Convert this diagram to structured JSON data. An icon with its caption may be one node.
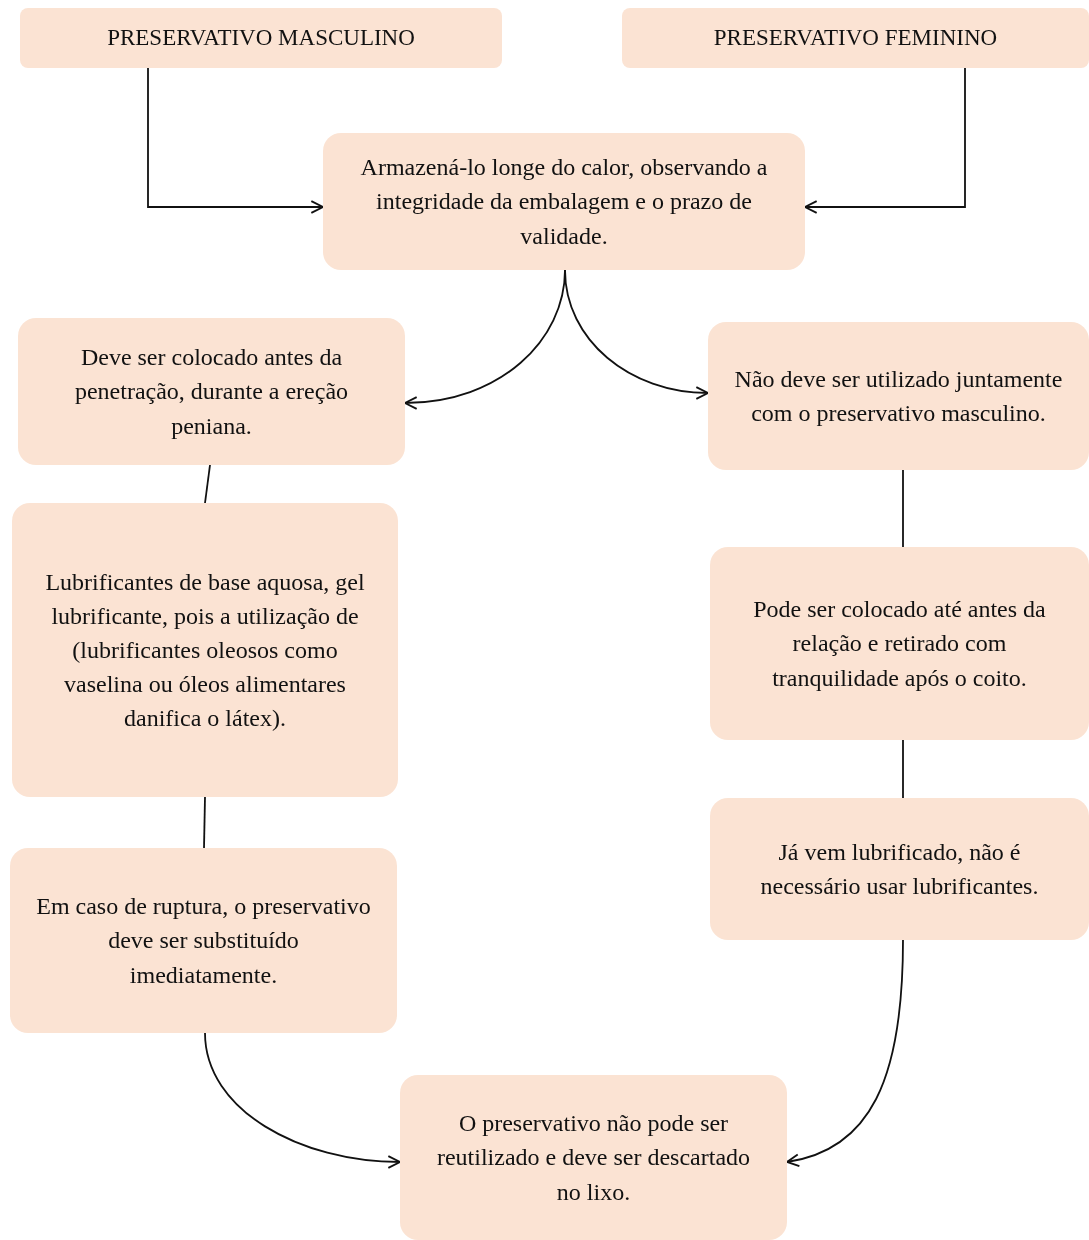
{
  "diagram": {
    "nodes": [
      {
        "text": [
          "PRESERVATIVO MASCULINO"
        ]
      },
      {
        "text": [
          "PRESERVATIVO FEMININO"
        ]
      },
      {
        "text": [
          "Armazená-lo longe do calor, observando a integridade da embalagem e o prazo de validade."
        ]
      },
      {
        "text": [
          "Deve ser colocado antes da penetração, durante a ereção peniana."
        ]
      },
      {
        "text": [
          "Não deve ser utilizado juntamente com o preservativo masculino."
        ]
      },
      {
        "text": [
          "Lubrificantes de base aquosa, gel lubrificante, pois a utilização de (lubrificantes oleosos como vaselina ou óleos alimentares danifica o látex)."
        ]
      },
      {
        "text": [
          "Pode ser colocado até antes da relação e retirado com tranquilidade após o coito."
        ]
      },
      {
        "text": [
          "Em caso de ruptura, o preservativo deve ser substituído imediatamente."
        ]
      },
      {
        "text": [
          "Já vem lubrificado, não é necessário usar lubrificantes."
        ]
      },
      {
        "text": [
          "O preservativo não pode ser reutilizado e deve ser descartado no lixo."
        ]
      }
    ],
    "edges": [
      {
        "from": 0,
        "to": 2,
        "arrow": "to"
      },
      {
        "from": 1,
        "to": 2,
        "arrow": "to"
      },
      {
        "from": 2,
        "to": 3,
        "arrow": "to"
      },
      {
        "from": 2,
        "to": 4,
        "arrow": "to"
      },
      {
        "from": 3,
        "to": 5,
        "arrow": "none"
      },
      {
        "from": 5,
        "to": 7,
        "arrow": "none"
      },
      {
        "from": 4,
        "to": 6,
        "arrow": "none"
      },
      {
        "from": 6,
        "to": 8,
        "arrow": "none"
      },
      {
        "from": 7,
        "to": 9,
        "arrow": "to"
      },
      {
        "from": 8,
        "to": 9,
        "arrow": "to"
      }
    ]
  }
}
